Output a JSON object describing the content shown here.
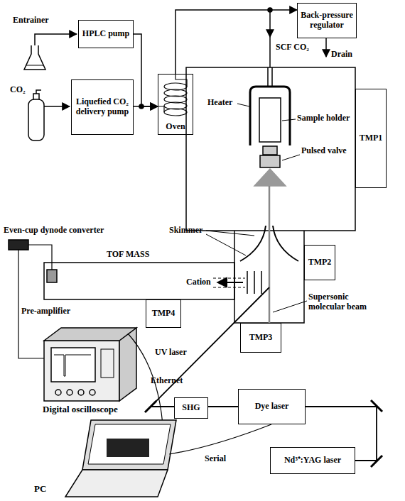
{
  "diagram": {
    "nodes": [
      {
        "text": [
          "HPLC pump"
        ]
      },
      {
        "text": [
          "Liquefied CO₂ delivery pump"
        ]
      },
      {
        "text": [
          "Oven"
        ]
      },
      {
        "text": [
          "Back-pressure regulator"
        ]
      },
      {
        "text": [
          "TMP1"
        ]
      },
      {
        "text": [
          "TMP2"
        ]
      },
      {
        "text": [
          "TMP3"
        ]
      },
      {
        "text": [
          "TMP4"
        ]
      },
      {
        "text": [
          "SHG"
        ]
      },
      {
        "text": [
          "Dye laser"
        ]
      },
      {
        "text": [
          "Nd³⁺:YAG laser"
        ]
      }
    ],
    "edges": [
      {
        "from": 0,
        "to": 2,
        "arrow": "to"
      },
      {
        "from": 1,
        "to": 2,
        "arrow": "to"
      },
      {
        "from": 2,
        "to": 3,
        "arrow": "to"
      },
      {
        "from": 10,
        "to": 9,
        "arrow": "none"
      },
      {
        "from": 9,
        "to": 8,
        "arrow": "none"
      }
    ],
    "labels": [
      "Entrainer",
      "CO₂",
      "SCF CO₂",
      "Drain",
      "Heater",
      "Sample holder",
      "Pulsed valve",
      "Even-cup dynode converter",
      "TOF MASS",
      "Skimmer",
      "Cation",
      "Pre-amplifier",
      "Supersonic molecular beam",
      "UV laser",
      "Digital oscilloscope",
      "Ethernet",
      "Serial",
      "PC"
    ]
  }
}
